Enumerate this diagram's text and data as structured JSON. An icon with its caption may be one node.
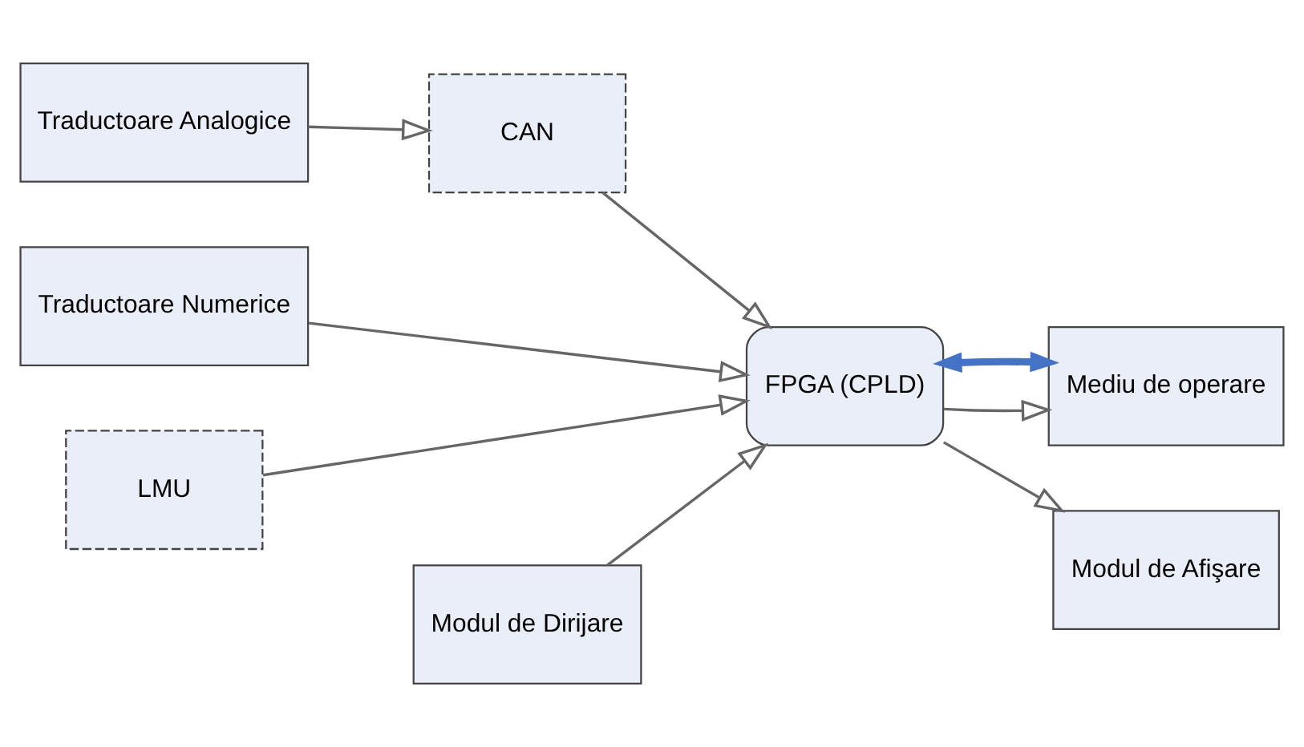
{
  "diagram": {
    "nodes": [
      {
        "text": [
          "Traductoare Analogice"
        ]
      },
      {
        "text": [
          "CAN"
        ]
      },
      {
        "text": [
          "Traductoare Numerice"
        ]
      },
      {
        "text": [
          "FPGA (CPLD)"
        ]
      },
      {
        "text": [
          "Mediu de operare"
        ]
      },
      {
        "text": [
          "LMU"
        ]
      },
      {
        "text": [
          "Modul de Dirijare"
        ]
      },
      {
        "text": [
          "Modul de Afişare"
        ]
      }
    ],
    "edges": [
      {
        "from": 0,
        "to": 1,
        "arrow": "to"
      },
      {
        "from": 1,
        "to": 3,
        "arrow": "to"
      },
      {
        "from": 2,
        "to": 3,
        "arrow": "to"
      },
      {
        "from": 5,
        "to": 3,
        "arrow": "to"
      },
      {
        "from": 6,
        "to": 3,
        "arrow": "to"
      },
      {
        "from": 3,
        "to": 7,
        "arrow": "to"
      },
      {
        "from": 3,
        "to": 4,
        "arrow": "to"
      },
      {
        "from": 3,
        "to": 4,
        "arrow": "both",
        "style": "thick",
        "color": "#4472c4"
      }
    ]
  }
}
